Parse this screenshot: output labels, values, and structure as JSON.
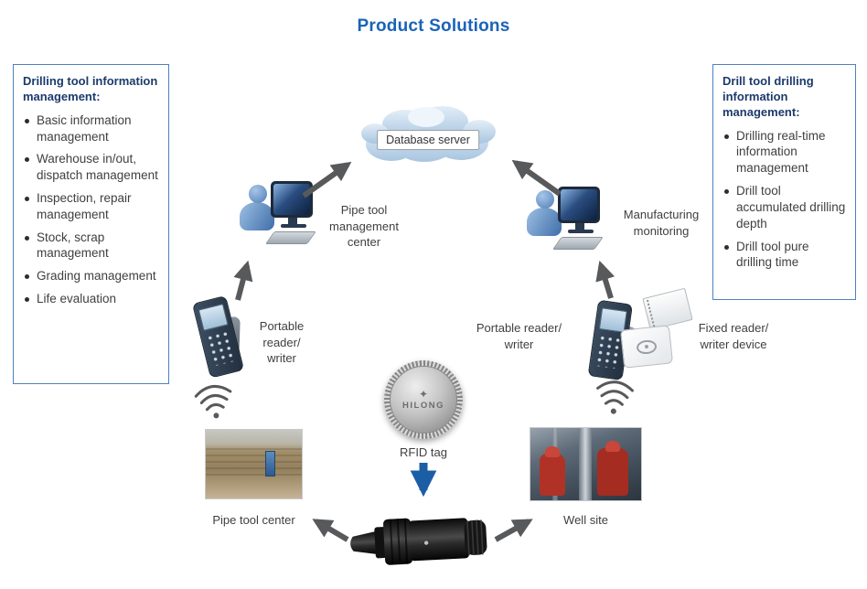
{
  "title": "Product Solutions",
  "left_box": {
    "heading": "Drilling tool information management:",
    "items": [
      "Basic information management",
      "Warehouse in/out, dispatch management",
      "Inspection, repair management",
      "Stock, scrap management",
      "Grading management",
      "Life evaluation"
    ]
  },
  "right_box": {
    "heading": "Drill tool drilling information management:",
    "items": [
      "Drilling real-time information management",
      "Drill tool accumulated drilling depth",
      "Drill tool pure drilling time"
    ]
  },
  "labels": {
    "database_server": "Database server",
    "pipe_tool_management_center": "Pipe tool\nmanagement\ncenter",
    "manufacturing_monitoring": "Manufacturing\nmonitoring",
    "portable_reader_left": "Portable reader/\nwriter",
    "portable_reader_right": "Portable reader/\nwriter",
    "fixed_reader": "Fixed reader/\nwriter device",
    "rfid_tag": "RFID tag",
    "rfid_tag_brand": "HILONG",
    "pipe_tool_center": "Pipe tool center",
    "well_site": "Well site"
  },
  "colors": {
    "title": "#1a63b8",
    "box_border": "#4f81bd",
    "heading_text": "#1c3a6b",
    "body_text": "#3f3f3f",
    "arrow": "#58595b",
    "blue_arrow": "#1b5ea6"
  }
}
